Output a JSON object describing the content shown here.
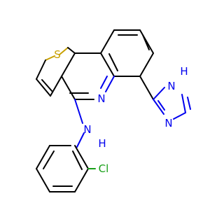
{
  "molecule": {
    "atoms": {
      "sulfur": "S",
      "n_quinoline": "N",
      "n_amine": "N",
      "h_amine": "H",
      "n_triazole_1": "N",
      "h_triazole": "H",
      "n_triazole_2": "N",
      "n_triazole_4": "N",
      "chlorine": "Cl"
    },
    "colors": {
      "carbon_bond": "#000000",
      "nitrogen": "#0000ee",
      "sulfur": "#c8a000",
      "chlorine": "#18a018"
    }
  }
}
